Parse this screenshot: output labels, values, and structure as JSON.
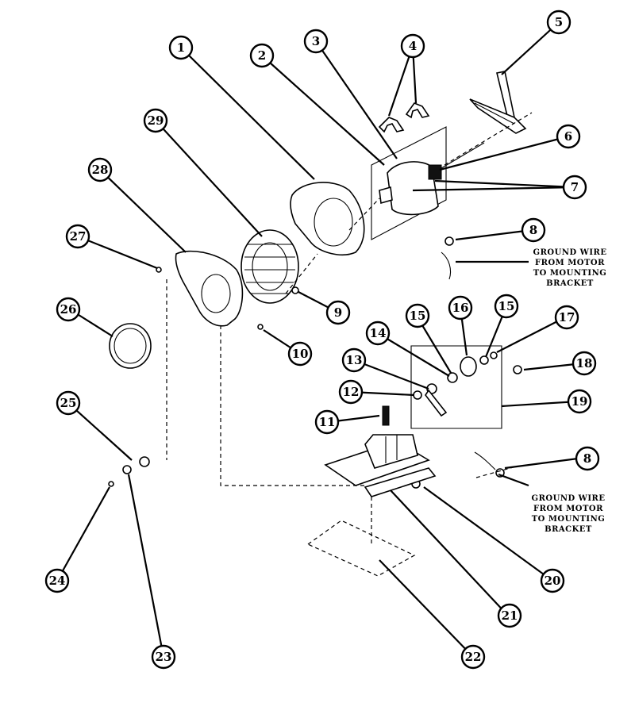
{
  "callouts": [
    "1",
    "2",
    "3",
    "4",
    "5",
    "6",
    "7",
    "8",
    "8",
    "9",
    "10",
    "11",
    "12",
    "13",
    "14",
    "15",
    "15",
    "16",
    "17",
    "18",
    "19",
    "20",
    "21",
    "22",
    "23",
    "24",
    "25",
    "26",
    "27",
    "28",
    "29"
  ],
  "notes": {
    "ground_wire_upper": [
      "GROUND WIRE",
      "FROM MOTOR",
      "TO MOUNTING",
      "BRACKET"
    ],
    "ground_wire_lower": [
      "GROUND WIRE",
      "FROM MOTOR",
      "TO MOUNTING",
      "BRACKET"
    ]
  }
}
